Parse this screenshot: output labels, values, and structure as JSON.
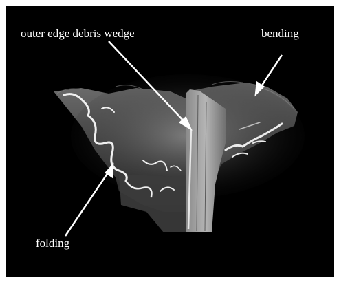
{
  "annotations": {
    "outer_edge": "outer edge debris wedge",
    "bending": "bending",
    "folding": "folding"
  },
  "colors": {
    "background": "#000000",
    "frame_border": "#ffffff",
    "label": "#ffffff",
    "arrow": "#ffffff"
  }
}
